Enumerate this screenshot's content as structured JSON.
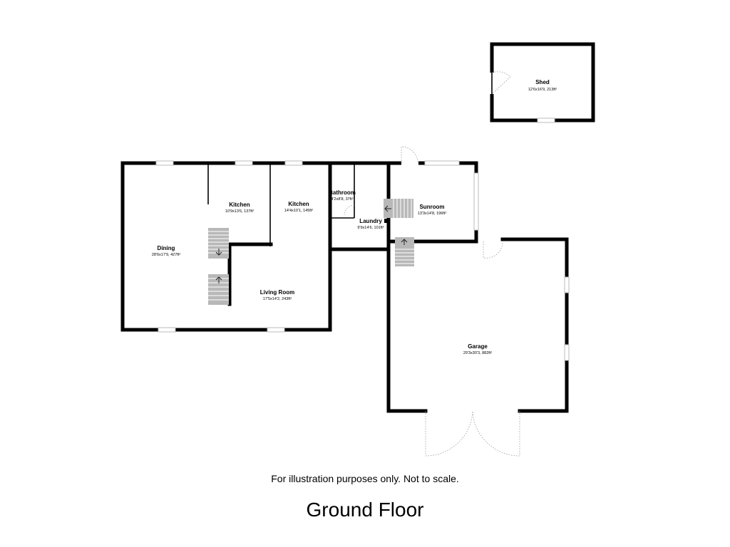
{
  "rooms": {
    "shed": {
      "name": "Shed",
      "dims": "12'6x16'9, 213ft²"
    },
    "bathroom": {
      "name": "Bathroom",
      "dims": "4'2x8'8, 37ft²"
    },
    "kitchen1": {
      "name": "Kitchen",
      "dims": "10'9x13'6, 137ft²"
    },
    "kitchen2": {
      "name": "Kitchen",
      "dims": "14'4x10'1, 145ft²"
    },
    "sunroom": {
      "name": "Sunroom",
      "dims": "13'3x14'8, 196ft²"
    },
    "laundry": {
      "name": "Laundry",
      "dims": "9'9x14'6, 101ft²"
    },
    "dining": {
      "name": "Dining",
      "dims": "28'6x17'9, 427ft²"
    },
    "living_room": {
      "name": "Living Room",
      "dims": "17'5x14'2, 243ft²"
    },
    "garage": {
      "name": "Garage",
      "dims": "29'3x30'3, 882ft²"
    }
  },
  "disclaimer": "For illustration purposes only. Not to scale.",
  "floor_title": "Ground Floor"
}
